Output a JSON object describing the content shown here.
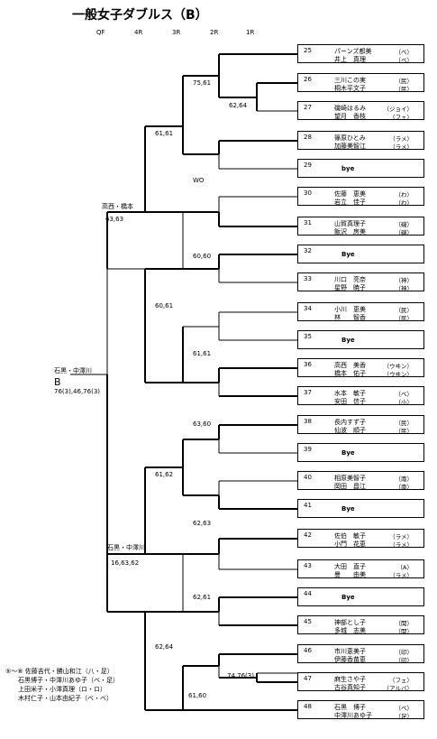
{
  "title": "一般女子ダブルス（B）",
  "rounds": [
    "QF",
    "4R",
    "3R",
    "2R",
    "1R"
  ],
  "entries": [
    {
      "no": "25",
      "bye": false,
      "p1": "パーンズ都美",
      "c1": "（ベ）",
      "p2": "井上　真理",
      "c2": "（ベ）"
    },
    {
      "no": "26",
      "bye": false,
      "p1": "三川この実",
      "c1": "（民）",
      "p2": "桐木平文子",
      "c2": "（民）"
    },
    {
      "no": "27",
      "bye": false,
      "p1": "磯崎はるみ",
      "c1": "（ジョイ）",
      "p2": "望月　香枝",
      "c2": "（フェ）"
    },
    {
      "no": "28",
      "bye": false,
      "p1": "篠原ひとみ",
      "c1": "（ラメ）",
      "p2": "加藤美智江",
      "c2": "（ラメ）"
    },
    {
      "no": "29",
      "bye": true,
      "label": "bye"
    },
    {
      "no": "30",
      "bye": false,
      "p1": "佐藤　恵美",
      "c1": "（わ）",
      "p2": "岩立　佳子",
      "c2": "（わ）"
    },
    {
      "no": "31",
      "bye": false,
      "p1": "山賀真理子",
      "c1": "（磯）",
      "p2": "飯沢　房美",
      "c2": "（磯）"
    },
    {
      "no": "32",
      "bye": true,
      "label": "Bye"
    },
    {
      "no": "33",
      "bye": false,
      "p1": "川口　亮奈",
      "c1": "（神）",
      "p2": "星野　暁子",
      "c2": "（神）"
    },
    {
      "no": "34",
      "bye": false,
      "p1": "小川　恵美",
      "c1": "（民）",
      "p2": "林　　智香",
      "c2": "（民）"
    },
    {
      "no": "35",
      "bye": true,
      "label": "Bye"
    },
    {
      "no": "36",
      "bye": false,
      "p1": "高西　美香",
      "c1": "（ウヰン）",
      "p2": "橋本　佑子",
      "c2": "（ウヰン）"
    },
    {
      "no": "37",
      "bye": false,
      "p1": "水本　敏子",
      "c1": "（ベ）",
      "p2": "安田　信子",
      "c2": "（小）"
    },
    {
      "no": "38",
      "bye": false,
      "p1": "長内すず子",
      "c1": "（民）",
      "p2": "仙波　順子",
      "c2": "（民）"
    },
    {
      "no": "39",
      "bye": true,
      "label": "Bye"
    },
    {
      "no": "40",
      "bye": false,
      "p1": "相原美智子",
      "c1": "（南）",
      "p2": "岡田　昌江",
      "c2": "（南）"
    },
    {
      "no": "41",
      "bye": true,
      "label": "Bye"
    },
    {
      "no": "42",
      "bye": false,
      "p1": "佐伯　敏子",
      "c1": "（ラメ）",
      "p2": "小門　花恵",
      "c2": "（ラメ）"
    },
    {
      "no": "43",
      "bye": false,
      "p1": "大田　直子",
      "c1": "（A）",
      "p2": "曼　　由美",
      "c2": "（ラメ）"
    },
    {
      "no": "44",
      "bye": true,
      "label": "Bye"
    },
    {
      "no": "45",
      "bye": false,
      "p1": "神部とし子",
      "c1": "（関）",
      "p2": "多城　志美",
      "c2": "（関）"
    },
    {
      "no": "46",
      "bye": false,
      "p1": "市川恵美子",
      "c1": "（印）",
      "p2": "伊藤香苗恵",
      "c2": "（印）"
    },
    {
      "no": "47",
      "bye": false,
      "p1": "麻生さや子",
      "c1": "（フェ）",
      "p2": "古谷真知子",
      "c2": "（アルバ）"
    },
    {
      "no": "48",
      "bye": false,
      "p1": "石黒　博子",
      "c1": "（ベ）",
      "p2": "中澤川あゆ子",
      "c2": "（足）"
    }
  ],
  "scores": {
    "s1": "75,61",
    "s2": "62,64",
    "s3": "61,61",
    "s4": "WO",
    "s5": "高西・橋本",
    "s6": "63,63",
    "s7": "60,60",
    "s8": "60,61",
    "s9": "61,61",
    "s10": "63,60",
    "s11": "61,62",
    "s12": "62,63",
    "s13": "石黒・中澤川",
    "s14": "16,63,62",
    "s15": "62,61",
    "s16": "74,76(3)",
    "s17": "62,64",
    "s18": "61,60"
  },
  "winner": {
    "name": "石黒・中澤川",
    "block": "B",
    "score": "76(3),46,76(3)"
  },
  "note": {
    "l1": "⑤～⑧ 佐藤吉代・勝山和江（八・足）",
    "l2": "石黒博子・中澤川あゆ子（ベ・足）",
    "l3": "上田米子・小澤真理（ロ・ロ）",
    "l4": "木村仁子・山本由紀子（ベ・ベ）"
  }
}
